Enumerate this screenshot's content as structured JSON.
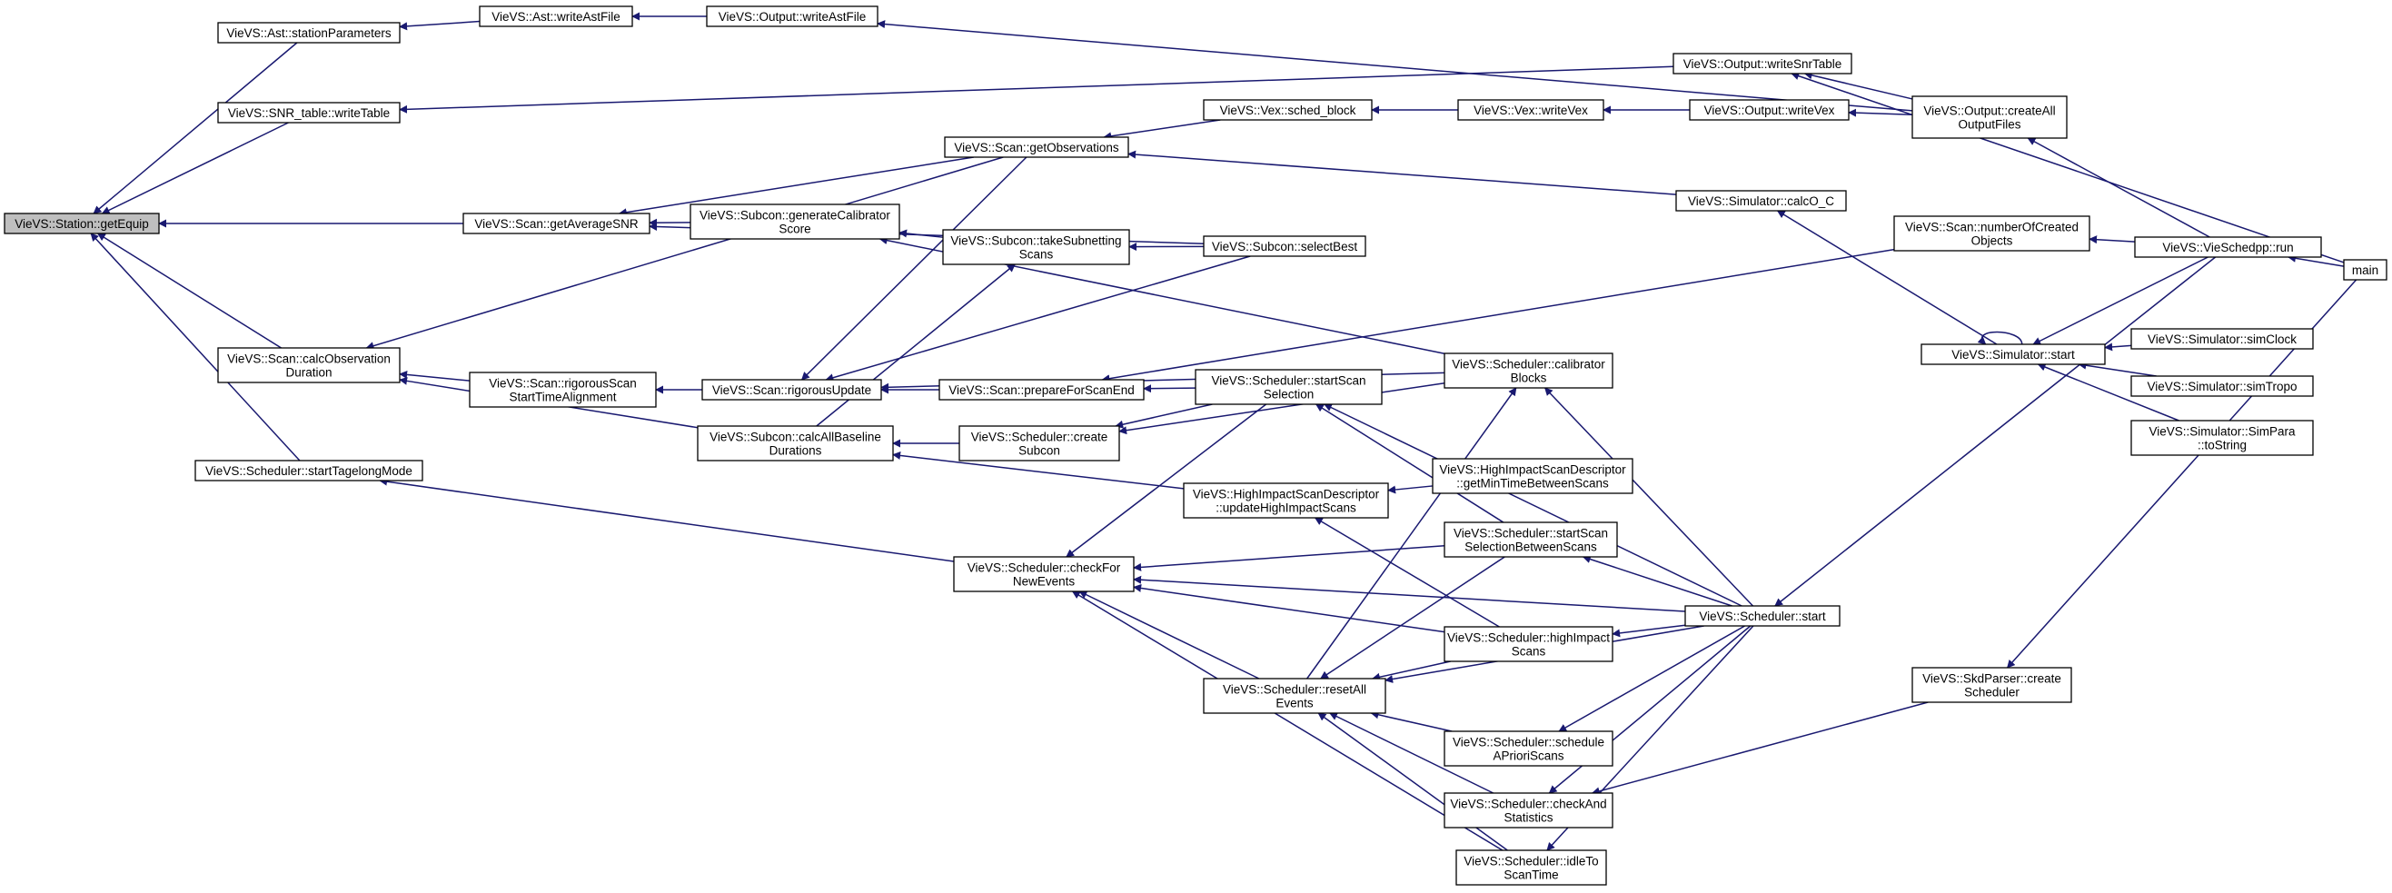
{
  "diagram": {
    "colors": {
      "edge": "#191970",
      "node_border": "#000000",
      "root_fill": "#bfbfbf",
      "node_fill": "#ffffff"
    },
    "nodes": [
      {
        "id": "getEquip",
        "lines": [
          "VieVS::Station::getEquip"
        ],
        "root": true
      },
      {
        "id": "ast_stationParameters",
        "lines": [
          "VieVS::Ast::stationParameters"
        ]
      },
      {
        "id": "ast_writeAstFile",
        "lines": [
          "VieVS::Ast::writeAstFile"
        ]
      },
      {
        "id": "out_writeAstFile",
        "lines": [
          "VieVS::Output::writeAstFile"
        ]
      },
      {
        "id": "snr_writeTable",
        "lines": [
          "VieVS::SNR_table::writeTable"
        ]
      },
      {
        "id": "out_writeSnrTable",
        "lines": [
          "VieVS::Output::writeSnrTable"
        ]
      },
      {
        "id": "scan_getAverageSNR",
        "lines": [
          "VieVS::Scan::getAverageSNR"
        ]
      },
      {
        "id": "scan_calcObsDur",
        "lines": [
          "VieVS::Scan::calcObservation",
          "Duration"
        ]
      },
      {
        "id": "sched_startTagelong",
        "lines": [
          "VieVS::Scheduler::startTagelongMode"
        ]
      },
      {
        "id": "scan_getObservations",
        "lines": [
          "VieVS::Scan::getObservations"
        ]
      },
      {
        "id": "vex_schedBlock",
        "lines": [
          "VieVS::Vex::sched_block"
        ]
      },
      {
        "id": "vex_writeVex",
        "lines": [
          "VieVS::Vex::writeVex"
        ]
      },
      {
        "id": "out_writeVex",
        "lines": [
          "VieVS::Output::writeVex"
        ]
      },
      {
        "id": "out_createAll",
        "lines": [
          "VieVS::Output::createAll",
          "OutputFiles"
        ]
      },
      {
        "id": "subcon_genCal",
        "lines": [
          "VieVS::Subcon::generateCalibrator",
          "Score"
        ]
      },
      {
        "id": "subcon_takeSub",
        "lines": [
          "VieVS::Subcon::takeSubnetting",
          "Scans"
        ]
      },
      {
        "id": "subcon_selectBest",
        "lines": [
          "VieVS::Subcon::selectBest"
        ]
      },
      {
        "id": "sim_calcOC",
        "lines": [
          "VieVS::Simulator::calcO_C"
        ]
      },
      {
        "id": "scan_numCreated",
        "lines": [
          "VieVS::Scan::numberOfCreated",
          "Objects"
        ]
      },
      {
        "id": "vieschedpp_run",
        "lines": [
          "VieVS::VieSchedpp::run"
        ]
      },
      {
        "id": "main",
        "lines": [
          "main"
        ]
      },
      {
        "id": "scan_rigorousScan",
        "lines": [
          "VieVS::Scan::rigorousScan",
          "StartTimeAlignment"
        ]
      },
      {
        "id": "scan_rigorousUpdate",
        "lines": [
          "VieVS::Scan::rigorousUpdate"
        ]
      },
      {
        "id": "scan_prepareEnd",
        "lines": [
          "VieVS::Scan::prepareForScanEnd"
        ]
      },
      {
        "id": "sched_startScanSel",
        "lines": [
          "VieVS::Scheduler::startScan",
          "Selection"
        ]
      },
      {
        "id": "sched_calBlocks",
        "lines": [
          "VieVS::Scheduler::calibrator",
          "Blocks"
        ]
      },
      {
        "id": "sim_start",
        "lines": [
          "VieVS::Simulator::start"
        ]
      },
      {
        "id": "sim_simClock",
        "lines": [
          "VieVS::Simulator::simClock"
        ]
      },
      {
        "id": "sim_simTropo",
        "lines": [
          "VieVS::Simulator::simTropo"
        ]
      },
      {
        "id": "sim_simParaToString",
        "lines": [
          "VieVS::Simulator::SimPara",
          "::toString"
        ]
      },
      {
        "id": "subcon_calcAllBaseline",
        "lines": [
          "VieVS::Subcon::calcAllBaseline",
          "Durations"
        ]
      },
      {
        "id": "sched_createSubcon",
        "lines": [
          "VieVS::Scheduler::create",
          "Subcon"
        ]
      },
      {
        "id": "hisd_update",
        "lines": [
          "VieVS::HighImpactScanDescriptor",
          "::updateHighImpactScans"
        ]
      },
      {
        "id": "hisd_getMin",
        "lines": [
          "VieVS::HighImpactScanDescriptor",
          "::getMinTimeBetweenScans"
        ]
      },
      {
        "id": "sched_checkFor",
        "lines": [
          "VieVS::Scheduler::checkFor",
          "NewEvents"
        ]
      },
      {
        "id": "sched_startScanSelBetween",
        "lines": [
          "VieVS::Scheduler::startScan",
          "SelectionBetweenScans"
        ]
      },
      {
        "id": "sched_start",
        "lines": [
          "VieVS::Scheduler::start"
        ]
      },
      {
        "id": "sched_highImpact",
        "lines": [
          "VieVS::Scheduler::highImpact",
          "Scans"
        ]
      },
      {
        "id": "sched_resetAll",
        "lines": [
          "VieVS::Scheduler::resetAll",
          "Events"
        ]
      },
      {
        "id": "skd_createScheduler",
        "lines": [
          "VieVS::SkdParser::create",
          "Scheduler"
        ]
      },
      {
        "id": "sched_scheduleApriori",
        "lines": [
          "VieVS::Scheduler::schedule",
          "APrioriScans"
        ]
      },
      {
        "id": "sched_checkAndStats",
        "lines": [
          "VieVS::Scheduler::checkAnd",
          "Statistics"
        ]
      },
      {
        "id": "sched_idleTo",
        "lines": [
          "VieVS::Scheduler::idleTo",
          "ScanTime"
        ]
      }
    ]
  }
}
